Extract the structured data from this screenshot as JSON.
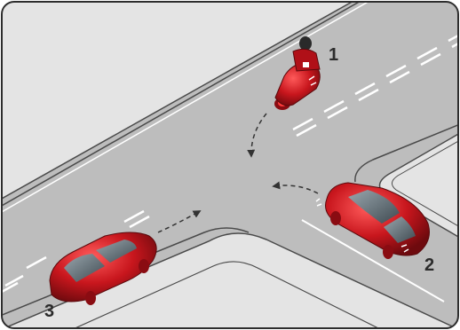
{
  "diagram": {
    "vehicles": [
      {
        "id": "1",
        "label": "1",
        "kind": "motorcycle"
      },
      {
        "id": "2",
        "label": "2",
        "kind": "car"
      },
      {
        "id": "3",
        "label": "3",
        "kind": "car"
      }
    ]
  },
  "colors": {
    "road": "#bdbdbd",
    "pavement": "#e2e2e2",
    "curb": "#4a4a4a",
    "marking": "#ffffff",
    "vehicle_red": "#c8161d",
    "vehicle_dark": "#7a0b10",
    "window": "#5e6e78",
    "arrow": "#333333"
  }
}
